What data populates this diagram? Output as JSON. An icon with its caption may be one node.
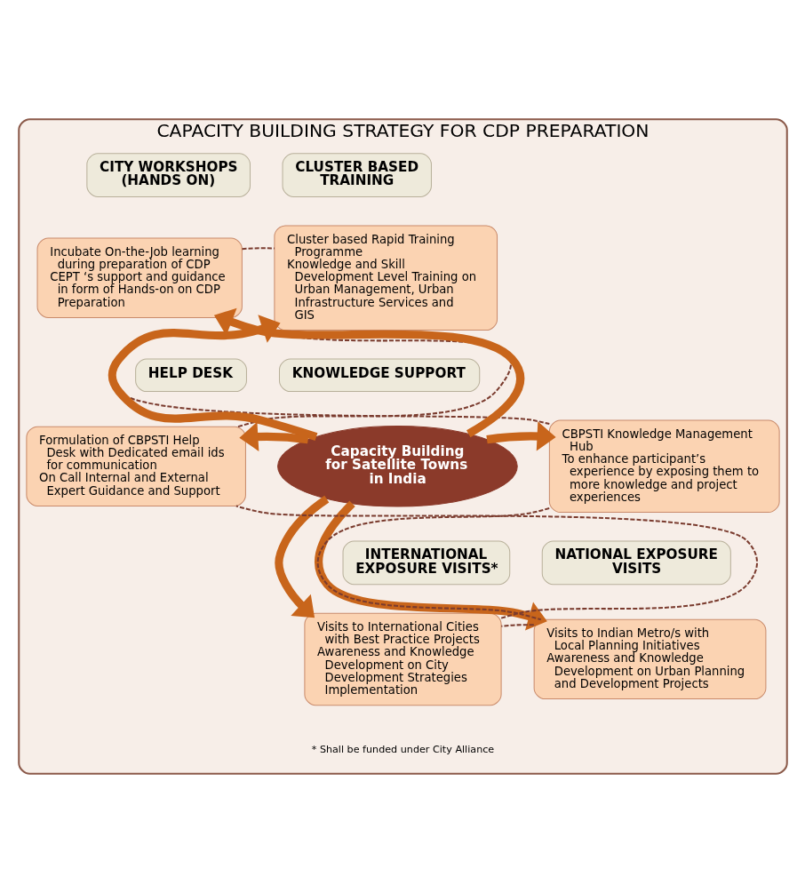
{
  "diagram": {
    "nodes": [
      {
        "text": [
          "CAPACITY BUILDING STRATEGY FOR CDP PREPARATION"
        ]
      },
      {
        "text": [
          "CITY WORKSHOPS (HANDS ON)"
        ],
        "in": 0
      },
      {
        "text": [
          "Incubate On-the-Job learning during preparation of CDP",
          "CEPT ‘s support and guidance in form of Hands-on on CDP Preparation"
        ],
        "in": 0
      },
      {
        "text": [
          "CLUSTER BASED TRAINING"
        ],
        "in": 0
      },
      {
        "text": [
          "Cluster based Rapid Training Programme",
          "Knowledge and Skill Development Level Training on Urban Management, Urban Infrastructure Services and GIS"
        ],
        "in": 0
      },
      {
        "text": [
          "HELP DESK"
        ],
        "in": 0
      },
      {
        "text": [
          "Formulation of CBPSTI Help Desk with Dedicated email ids for communication",
          "On Call Internal and External Expert Guidance and Support"
        ],
        "in": 0
      },
      {
        "text": [
          "Capacity Building for Satellite Towns in India"
        ],
        "in": 0
      },
      {
        "text": [
          "KNOWLEDGE SUPPORT"
        ],
        "in": 0
      },
      {
        "text": [
          "CBPSTI Knowledge Management Hub",
          "To enhance participant’s experience by exposing them to more knowledge and project experiences"
        ],
        "in": 0
      },
      {
        "text": [
          "INTERNATIONAL EXPOSURE VISITS*"
        ],
        "in": 0
      },
      {
        "text": [
          "Visits to International Cities with Best Practice Projects",
          "Awareness and Knowledge Development on City Development Strategies Implementation"
        ],
        "in": 0
      },
      {
        "text": [
          "NATIONAL EXPOSURE VISITS"
        ],
        "in": 0
      },
      {
        "text": [
          "Visits to Indian Metro/s with Local Planning Initiatives",
          "Awareness and Knowledge Development on Urban Planning and Development Projects"
        ],
        "in": 0
      }
    ],
    "edges": [
      {
        "from": 7,
        "to": 2,
        "arrow": "to",
        "style": "thick"
      },
      {
        "from": 7,
        "to": 4,
        "arrow": "to",
        "style": "thick"
      },
      {
        "from": 7,
        "to": 6,
        "arrow": "to",
        "style": "thick"
      },
      {
        "from": 7,
        "to": 9,
        "arrow": "to",
        "style": "thick"
      },
      {
        "from": 7,
        "to": 11,
        "arrow": "to",
        "style": "thick"
      },
      {
        "from": 7,
        "to": 13,
        "arrow": "to",
        "style": "thick"
      },
      {
        "from": 2,
        "to": 4,
        "arrow": "none",
        "style": "dashed",
        "color": "#7a3b2e"
      },
      {
        "from": 4,
        "to": 9,
        "arrow": "none",
        "style": "dashed",
        "color": "#7a3b2e"
      },
      {
        "from": 9,
        "to": 13,
        "arrow": "none",
        "style": "dashed",
        "color": "#7a3b2e"
      },
      {
        "from": 13,
        "to": 11,
        "arrow": "none",
        "style": "dashed",
        "color": "#7a3b2e"
      },
      {
        "from": 11,
        "to": 6,
        "arrow": "none",
        "style": "dashed",
        "color": "#7a3b2e"
      },
      {
        "from": 6,
        "to": 2,
        "arrow": "none",
        "style": "dashed",
        "color": "#7a3b2e"
      }
    ],
    "labels": [
      "* Shall be funded under City Alliance"
    ]
  }
}
